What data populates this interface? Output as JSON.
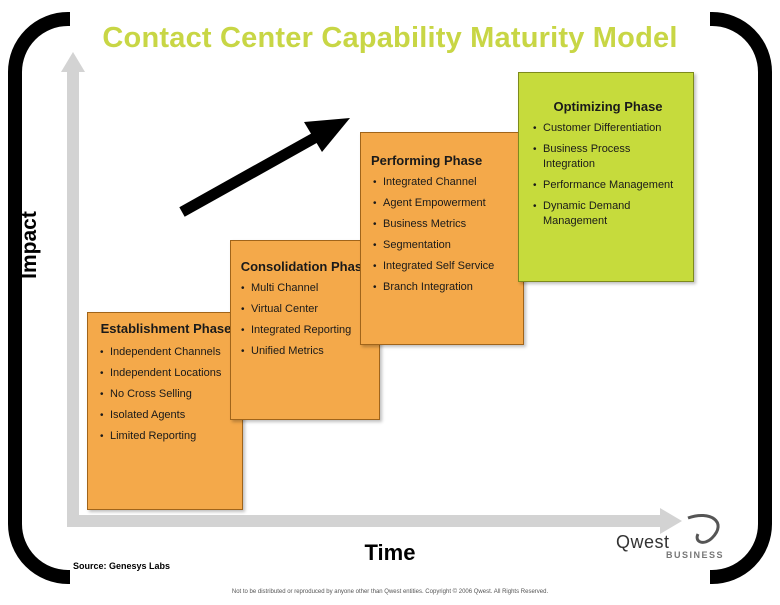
{
  "title": "Contact Center Capability Maturity Model",
  "axes": {
    "y_label": "Impact",
    "x_label": "Time"
  },
  "phases": [
    {
      "title": "Establishment Phase",
      "items": [
        "Independent Channels",
        "Independent Locations",
        "No Cross Selling",
        "Isolated Agents",
        "Limited Reporting"
      ]
    },
    {
      "title": "Consolidation Phase",
      "items": [
        "Multi Channel",
        "Virtual Center",
        "Integrated Reporting",
        "Unified Metrics"
      ]
    },
    {
      "title": "Performing Phase",
      "items": [
        "Integrated Channel",
        "Agent Empowerment",
        "Business Metrics",
        "Segmentation",
        "Integrated Self Service",
        "Branch Integration"
      ]
    },
    {
      "title": "Optimizing Phase",
      "items": [
        "Customer Differentiation",
        "Business Process Integration",
        "Performance Management",
        "Dynamic Demand Management"
      ]
    }
  ],
  "colors": {
    "title": "#c8d645",
    "phase_orange": "#f4a94a",
    "phase_green": "#c6db3c",
    "axis": "#d3d3d3"
  },
  "source": "Source:  Genesys Labs",
  "logo": {
    "word": "Qwest",
    "sub": "BUSINESS"
  },
  "footer": "Not to be distributed or reproduced by anyone other than Qwest entities.   Copyright © 2006 Qwest. All Rights Reserved."
}
